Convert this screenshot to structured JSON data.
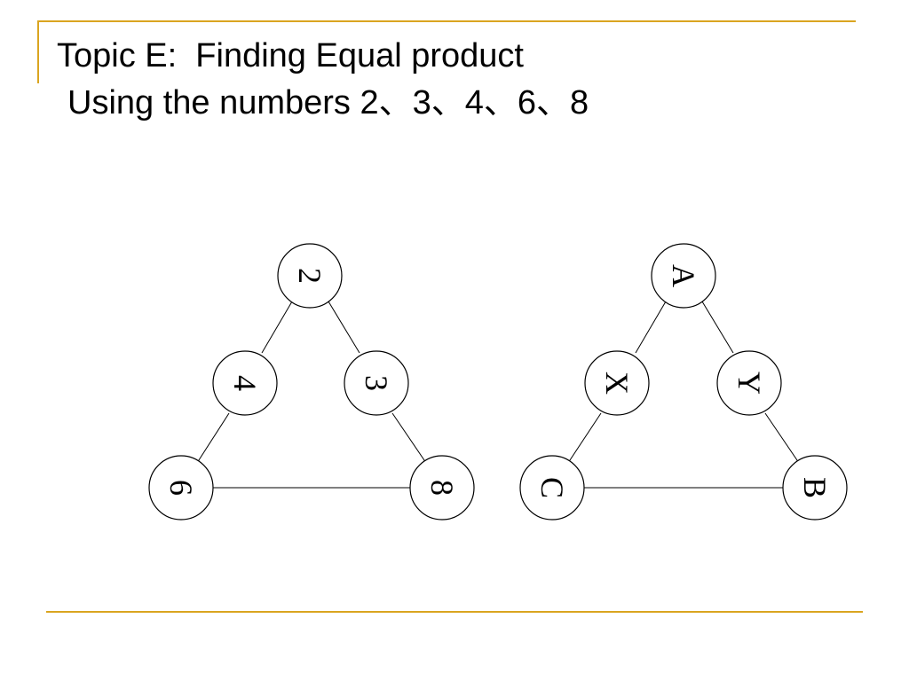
{
  "slide": {
    "title_line1": "Topic E:  Finding Equal product",
    "title_line2": "Using the numbers 2、3、4、6、8",
    "accent_color": "#DAA520"
  },
  "diagrams": [
    {
      "nodes": {
        "top": "2",
        "mid_left": "4",
        "mid_right": "3",
        "bottom_left": "6",
        "bottom_right": "8"
      }
    },
    {
      "nodes": {
        "top": "A",
        "mid_left": "X",
        "mid_right": "Y",
        "bottom_left": "C",
        "bottom_right": "B"
      }
    }
  ]
}
